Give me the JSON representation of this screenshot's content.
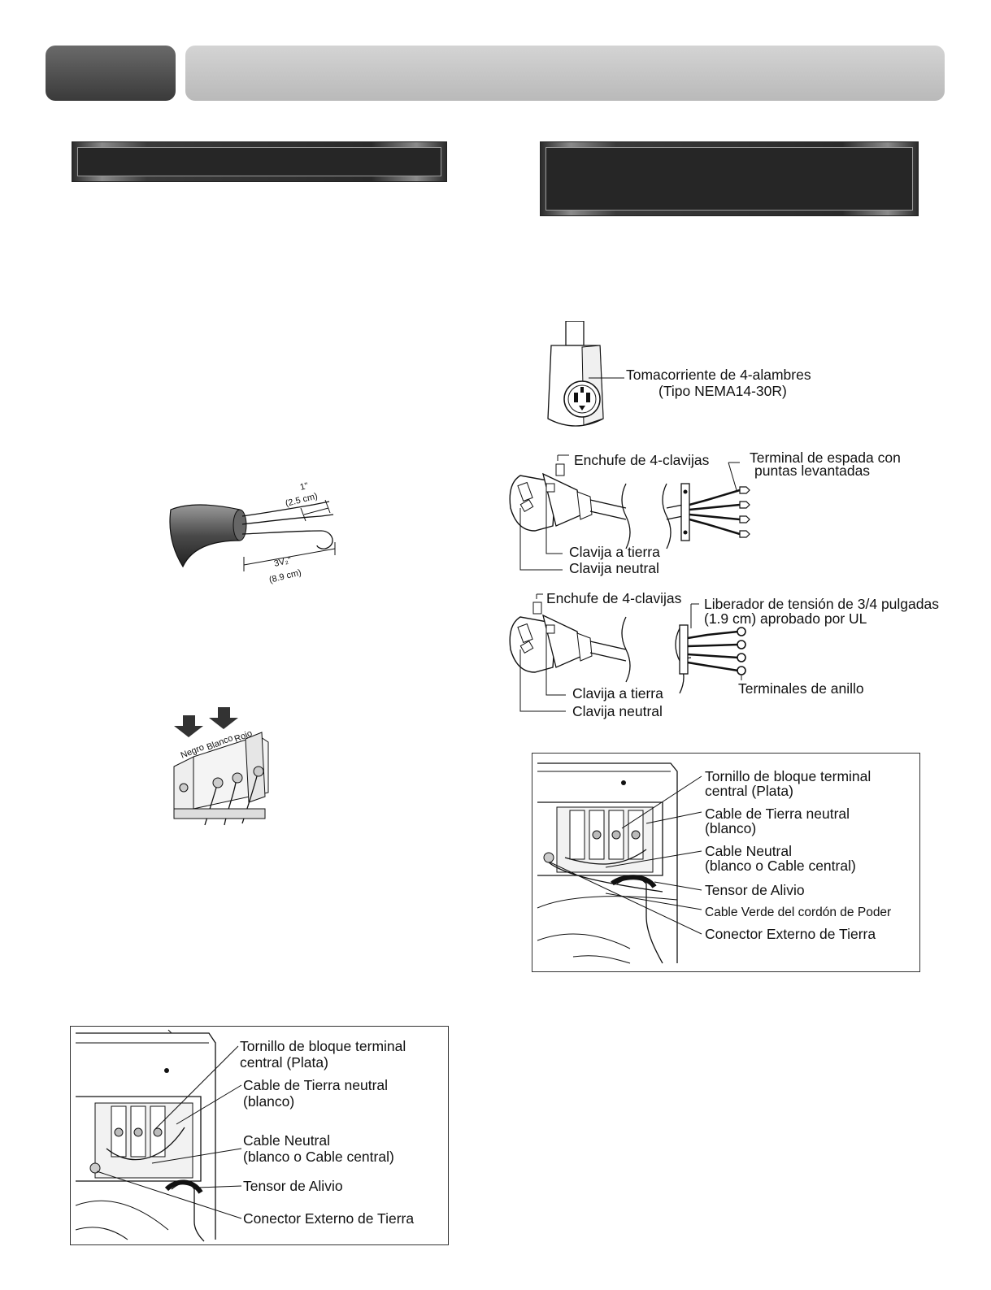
{
  "wire_strip": {
    "len_short": "1\"",
    "len_short_cm": "(2.5 cm)",
    "len_long": "3V₂\"",
    "len_long_cm": "(8.9 cm)"
  },
  "terminal_block": {
    "wire_black": "Negro",
    "wire_white": "Blanco",
    "wire_red": "Rojo"
  },
  "receptacle": {
    "line1": "Tomacorriente de 4-alambres",
    "line2": "(Tipo NEMA14-30R)"
  },
  "plug_spade": {
    "plug": "Enchufe de 4-clavijas",
    "terminal_line1": "Terminal de espada con",
    "terminal_line2": "puntas levantadas",
    "ground": "Clavija a tierra",
    "neutral": "Clavija neutral"
  },
  "plug_ring": {
    "plug": "Enchufe de 4-clavijas",
    "relief_line1": "Liberador de tensión de 3/4 pulgadas",
    "relief_line2": "(1.9 cm) aprobado por UL",
    "rings": "Terminales de anillo",
    "ground": "Clavija a tierra",
    "neutral": "Clavija neutral"
  },
  "fig_3wire": {
    "screw_line1": "Tornillo de bloque terminal",
    "screw_line2": "central (Plata)",
    "ground_line1": "Cable de Tierra neutral",
    "ground_line2": "(blanco)",
    "neutral_line1": "Cable Neutral",
    "neutral_line2": "(blanco o  Cable central)",
    "relief": "Tensor de Alivio",
    "external": "Conector Externo de Tierra"
  },
  "fig_4wire": {
    "screw_line1": "Tornillo de bloque terminal",
    "screw_line2": "central (Plata)",
    "ground_line1": "Cable de Tierra neutral",
    "ground_line2": "(blanco)",
    "neutral_line1": "Cable Neutral",
    "neutral_line2": "(blanco o  Cable central)",
    "relief": "Tensor de Alivio",
    "green": "Cable Verde del cordón de Poder",
    "external": "Conector Externo de Tierra"
  }
}
